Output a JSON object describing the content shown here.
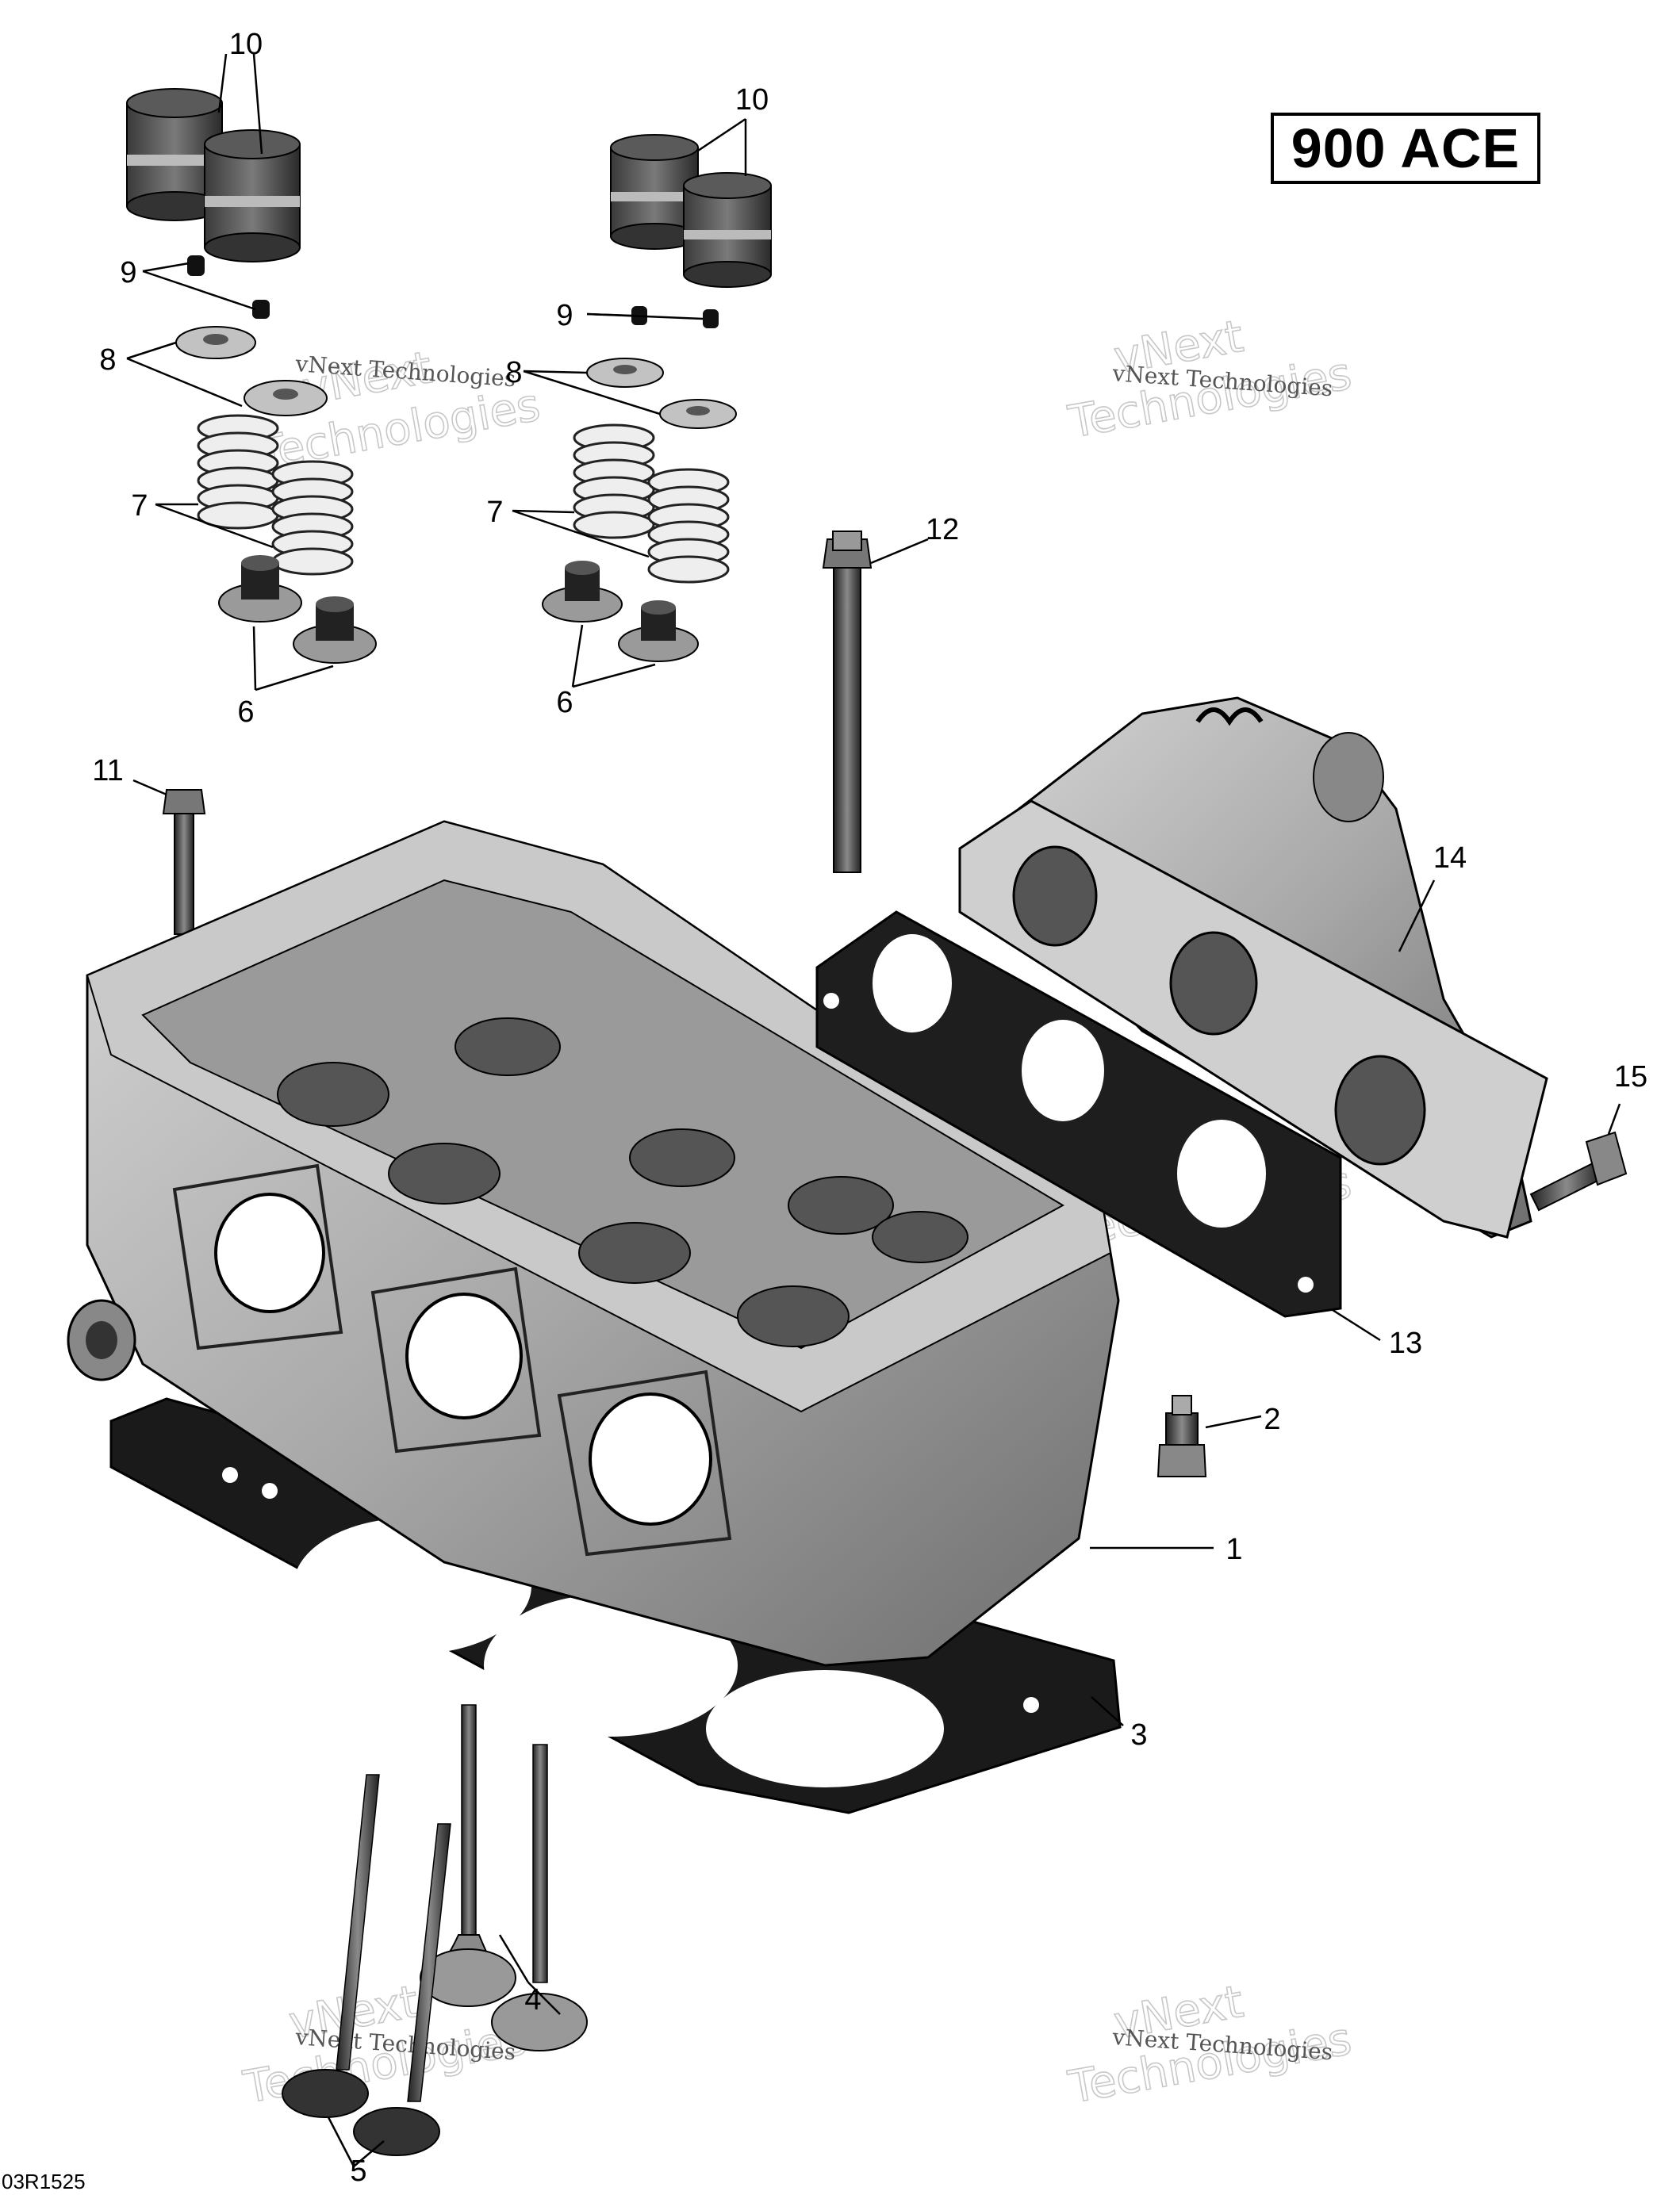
{
  "title": "900 ACE",
  "diagram_code": "03R1525",
  "callouts": [
    "1",
    "2",
    "3",
    "4",
    "5",
    "6",
    "6",
    "7",
    "7",
    "8",
    "8",
    "9",
    "9",
    "10",
    "10",
    "11",
    "12",
    "13",
    "14",
    "15"
  ],
  "watermark": {
    "line1": "vNext",
    "line2": "Technologies",
    "small": "vNext Technologies"
  },
  "colors": {
    "ink": "#000000",
    "metal_light": "#bdbdbd",
    "metal_mid": "#8f8f8f",
    "metal_dark": "#4a4a4a",
    "gasket": "#1a1a1a"
  }
}
